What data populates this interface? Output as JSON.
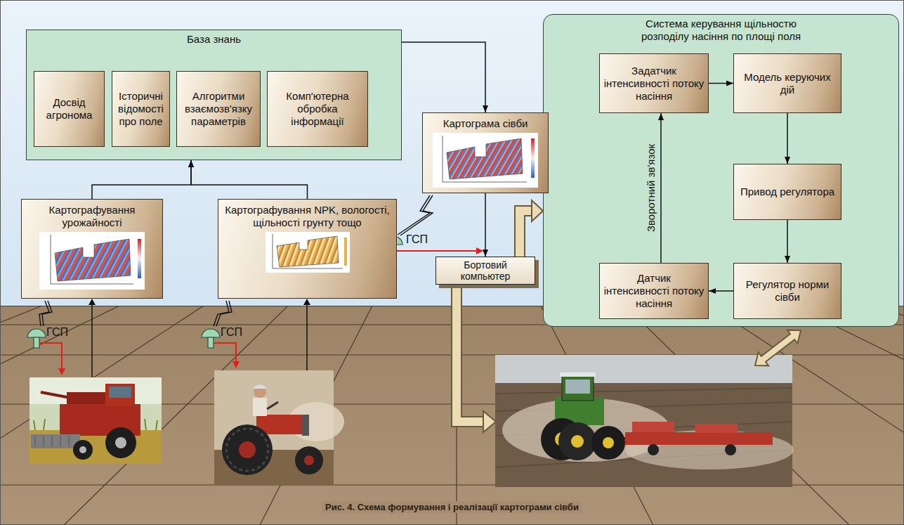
{
  "diagram": {
    "caption": "Рис. 4. Схема формування і реалізації картограми сівби",
    "nodes": [
      {
        "text": [
          "База знань"
        ]
      },
      {
        "text": [
          "Досвід агронома"
        ],
        "in": 0
      },
      {
        "text": [
          "Історичні відомості про поле"
        ],
        "in": 0
      },
      {
        "text": [
          "Алгоритми взаємозв'язку параметрів"
        ],
        "in": 0
      },
      {
        "text": [
          "Комп'ютерна обробка інформації"
        ],
        "in": 0
      },
      {
        "text": [
          "Картограма сівби"
        ]
      },
      {
        "text": [
          "Система керування щільностю розподілу насіння по площі поля"
        ]
      },
      {
        "text": [
          "Задатчик інтенсивності потоку насіння"
        ],
        "in": 6
      },
      {
        "text": [
          "Модель керуючих дій"
        ],
        "in": 6
      },
      {
        "text": [
          "Привод регулятора"
        ],
        "in": 6
      },
      {
        "text": [
          "Регулятор норми сівби"
        ],
        "in": 6
      },
      {
        "text": [
          "Датчик інтенсивності потоку насіння"
        ],
        "in": 6
      },
      {
        "text": [
          "Картографування урожайності"
        ]
      },
      {
        "text": [
          "Картографування NPK, вологості, щільності грунту тощо"
        ]
      },
      {
        "text": [
          "Бортовий компьютер"
        ]
      }
    ],
    "edges": [
      {
        "from": 12,
        "to": 0,
        "arrow": "to"
      },
      {
        "from": 13,
        "to": 0,
        "arrow": "to"
      },
      {
        "from": 0,
        "to": 5,
        "arrow": "to"
      },
      {
        "from": 5,
        "to": 14,
        "arrow": "to"
      },
      {
        "from": 14,
        "to": 6,
        "arrow": "to"
      },
      {
        "from": 7,
        "to": 8,
        "arrow": "to"
      },
      {
        "from": 8,
        "to": 9,
        "arrow": "to"
      },
      {
        "from": 9,
        "to": 10,
        "arrow": "to"
      },
      {
        "from": 10,
        "to": 11,
        "arrow": "to"
      },
      {
        "from": 11,
        "to": 7,
        "arrow": "to",
        "label": "Зворотний зв'язок"
      }
    ],
    "labels": [
      "ГСП",
      "ГСП",
      "ГСП"
    ]
  }
}
